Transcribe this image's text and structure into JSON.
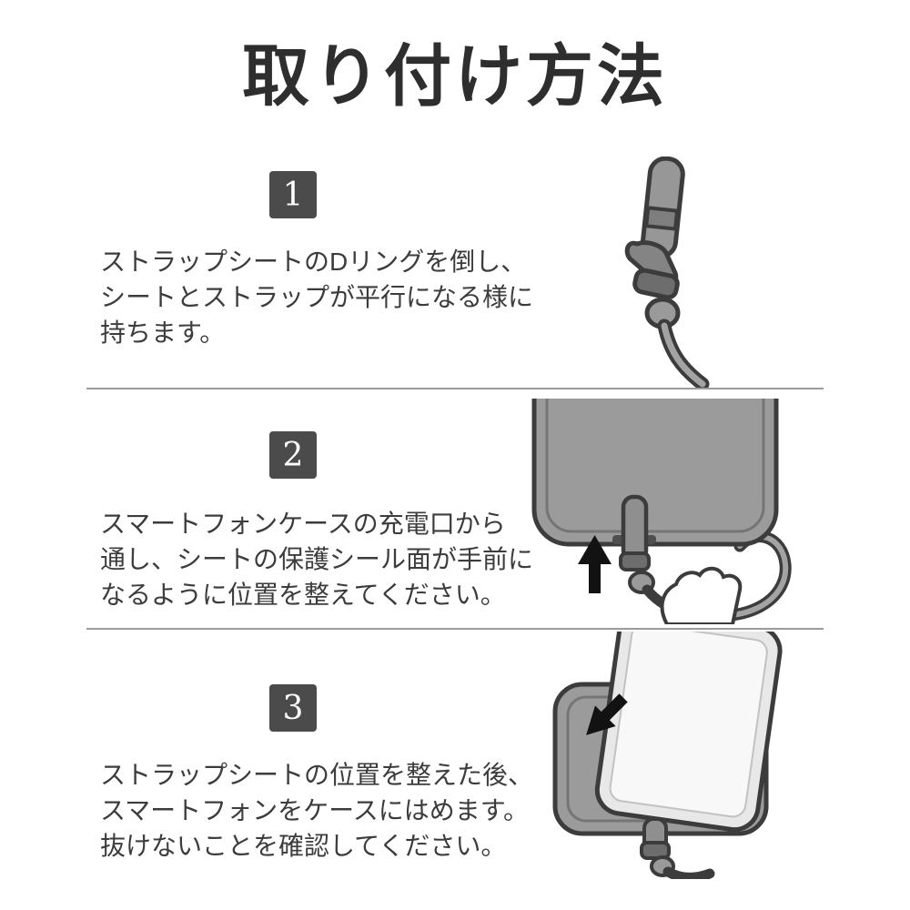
{
  "page": {
    "title": "取り付け方法"
  },
  "colors": {
    "outline": "#3c3c3c",
    "badge_bg": "#4b4b4b",
    "case_gray": "#9b9b9b",
    "strap_gray": "#8f8f8f",
    "arrow_black": "#121212",
    "divider_gray": "#9b9b9b"
  },
  "steps": [
    {
      "number": "1",
      "lines": [
        "ストラップシートのDリングを倒し、",
        "シートとストラップが平行になる様に",
        "持ちます。"
      ],
      "illustration": "strap-dring-folded"
    },
    {
      "number": "2",
      "lines": [
        "スマートフォンケースの充電口から",
        "通し、シートの保護シール面が手前に",
        "なるように位置を整えてください。"
      ],
      "illustration": "case-charging-port-insert"
    },
    {
      "number": "3",
      "lines": [
        "ストラップシートの位置を整えた後、",
        "スマートフォンをケースにはめます。",
        "抜けないことを確認してください。"
      ],
      "illustration": "phone-into-case"
    }
  ]
}
